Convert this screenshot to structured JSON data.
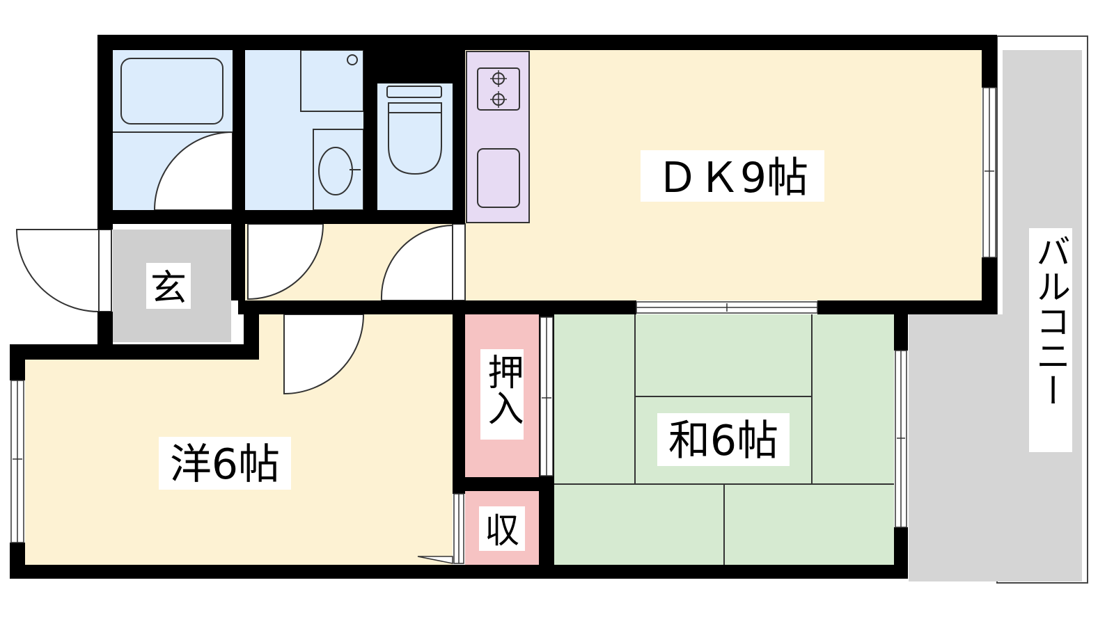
{
  "floor_plan": {
    "rooms": {
      "dk": {
        "label": "ＤＫ9帖"
      },
      "western": {
        "label": "洋6帖"
      },
      "japanese": {
        "label": "和6帖"
      },
      "entrance": {
        "label": "玄"
      },
      "closet": {
        "label": "押入"
      },
      "storage": {
        "label": "収"
      },
      "balcony": {
        "label": "バルコニー"
      }
    },
    "colors": {
      "wall": "#000000",
      "wet_area": "#dcecfc",
      "dk_floor": "#fdf2d3",
      "western_floor": "#fdf2d3",
      "japanese_floor": "#d6ead1",
      "closet": "#f6c3c3",
      "kitchen_counter": "#e7dbf3",
      "entrance_floor": "#cfcfcf",
      "balcony": "#d5d5d5"
    }
  }
}
